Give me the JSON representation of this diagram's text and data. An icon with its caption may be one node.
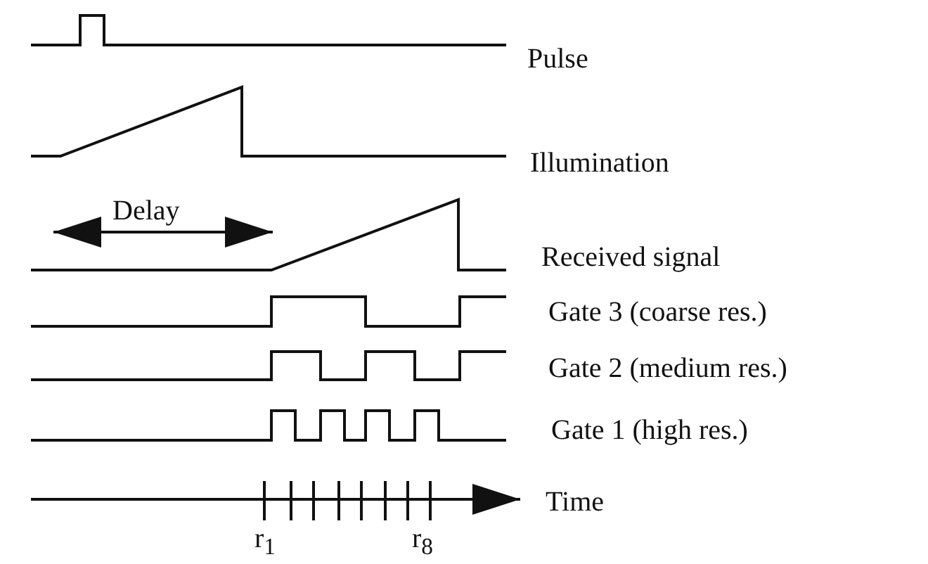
{
  "diagram": {
    "labels": [
      "Pulse",
      "Illumination",
      "Delay",
      "Received signal",
      "Gate 3 (coarse res.)",
      "Gate 2 (medium res.)",
      "Gate 1 (high res.)",
      "Time",
      "r$_{1}$",
      "r$_{8}$"
    ]
  }
}
